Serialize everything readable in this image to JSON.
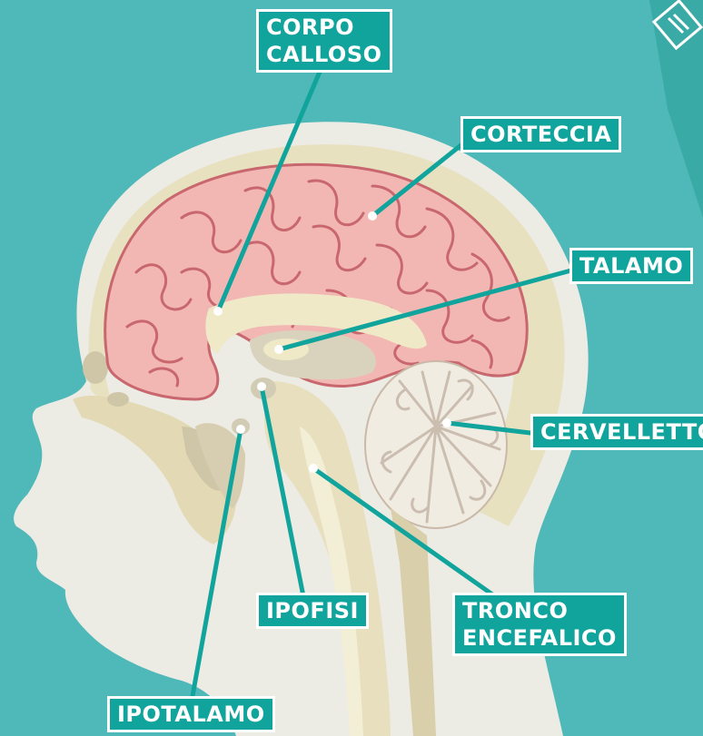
{
  "labels": {
    "corpo_calloso": [
      "CORPO",
      "CALLOSO"
    ],
    "corteccia": "CORTECCIA",
    "talamo": "TALAMO",
    "cervelletto": "CERVELLETTO",
    "ipofisi": "IPOFISI",
    "tronco_encefalico": [
      "TRONCO",
      "ENCEFALICO"
    ],
    "ipotalamo": "IPOTALAMO"
  },
  "colors": {
    "background": "#4fb8b8",
    "label_fill": "#10a49c",
    "label_text": "#ffffff",
    "leader_line": "#10a49c",
    "head_skin": "#ecebe4",
    "skull": "#e6dfb8",
    "brain_pink": "#f2b7b3",
    "brain_outline": "#c9676e",
    "cerebellum": "#f1ece2",
    "brainstem": "#e8dfbe"
  }
}
